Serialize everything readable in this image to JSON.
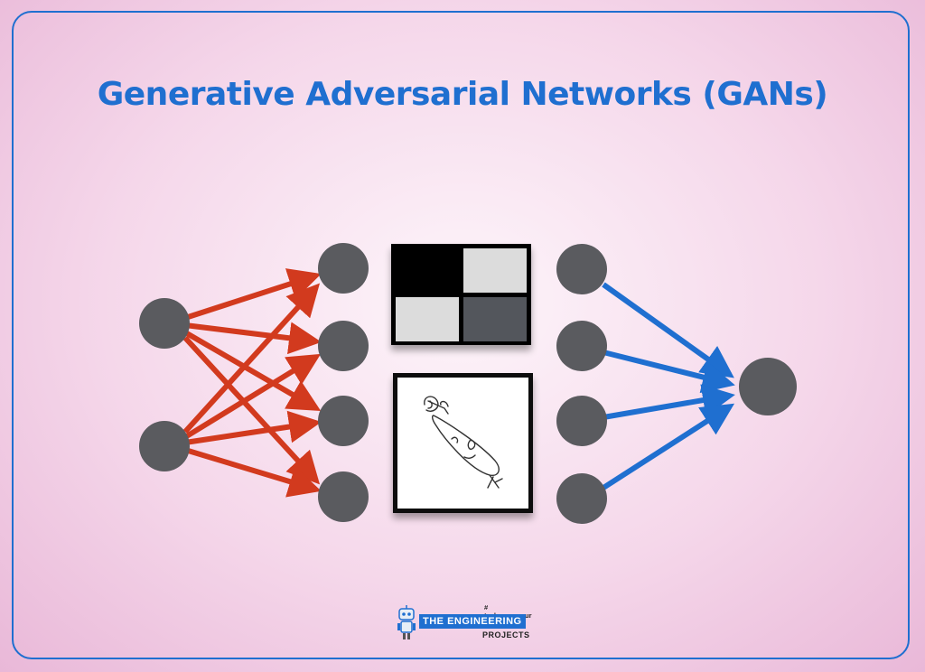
{
  "title": "Generative Adversarial Networks (GANs)",
  "colors": {
    "frame": "#1f6fd0",
    "title": "#1f6fd0",
    "generator_arrows": "#d23a1e",
    "discriminator_arrows": "#1f6fd0",
    "node": "#5a5b5f"
  },
  "diagram": {
    "input_nodes": 2,
    "generator_output_nodes": 4,
    "discriminator_input_nodes": 4,
    "discriminator_output_nodes": 1,
    "pixel_grid": [
      "black",
      "light-gray",
      "light-gray",
      "dark-gray"
    ],
    "sample_image": "hand-drawn-sketch"
  },
  "logo": {
    "hashtag": "# technopreneur",
    "the": "THE",
    "engineering": "ENGINEERING",
    "projects": "PROJECTS",
    "icon": "robot-icon"
  }
}
